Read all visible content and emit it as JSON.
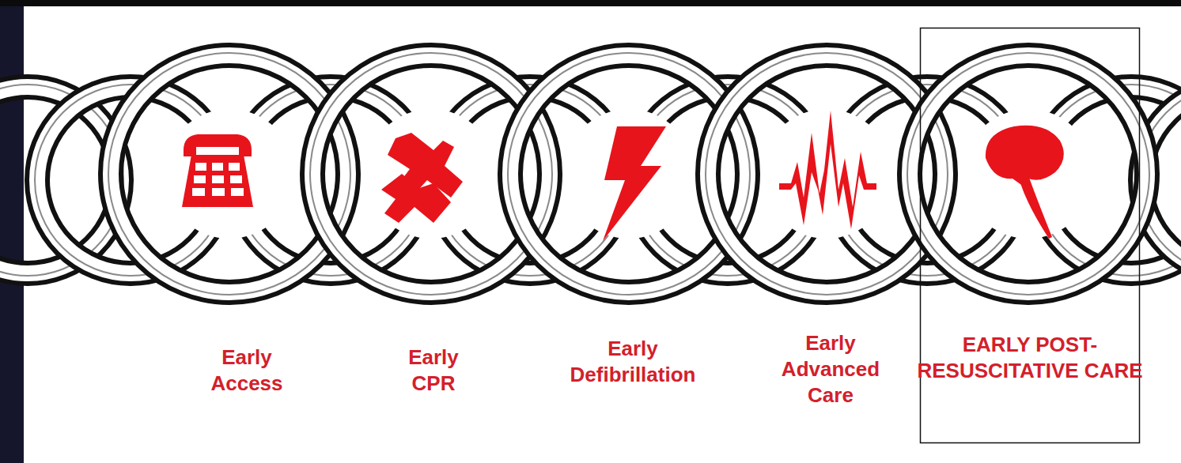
{
  "diagram": {
    "nodes": [
      {
        "text": [
          "Early Access"
        ]
      },
      {
        "text": [
          "Early CPR"
        ]
      },
      {
        "text": [
          "Early Defibrillation"
        ]
      },
      {
        "text": [
          "Early Advanced Care"
        ]
      },
      {
        "text": [
          "EARLY POST-RESUSCITATIVE CARE"
        ]
      }
    ]
  }
}
